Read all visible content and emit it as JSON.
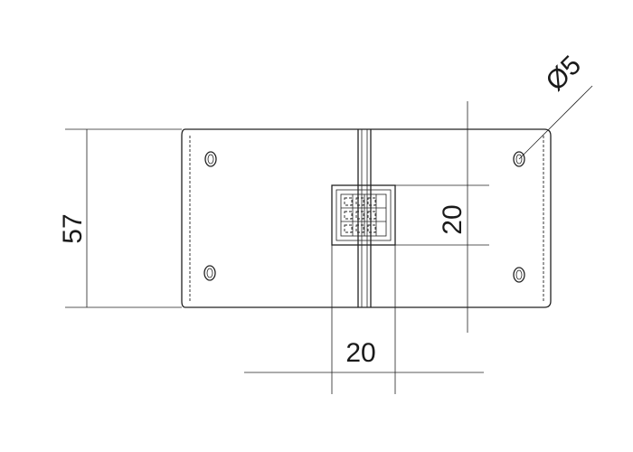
{
  "dimensions": {
    "height_label": "57",
    "bracket_width_label": "20",
    "bracket_height_label": "20",
    "hole_diameter_label": "Ø5"
  },
  "colors": {
    "line": "#222222",
    "background": "#ffffff"
  }
}
